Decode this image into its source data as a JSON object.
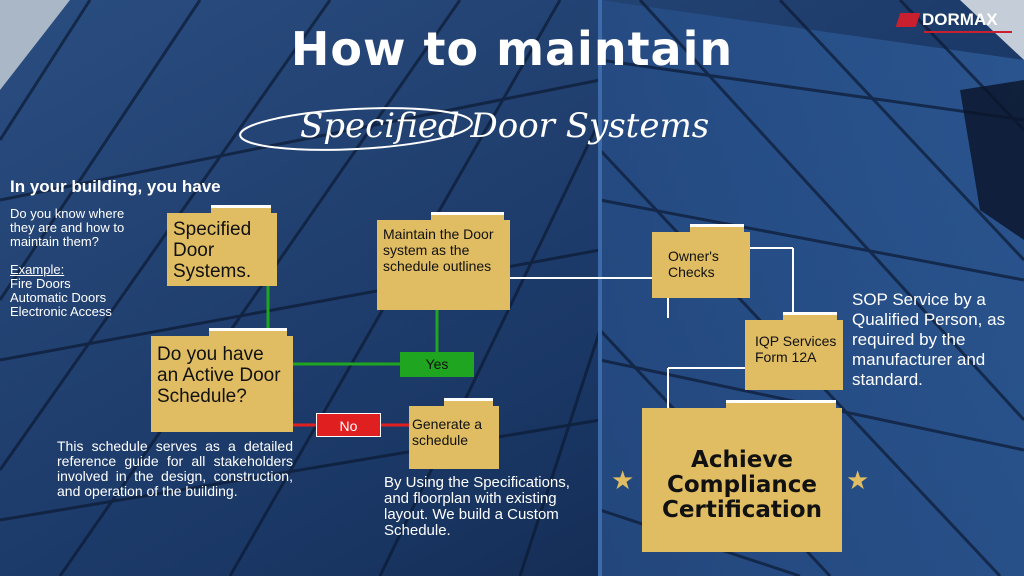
{
  "title": "How to maintain",
  "subtitle": "Specified Door Systems",
  "logo": {
    "text": "DORMAX"
  },
  "side": {
    "heading": "In your building, you have",
    "question": "Do you know where they are and how to maintain them?",
    "example_label": "Example:",
    "examples": [
      "Fire Doors",
      "Automatic Doors",
      "Electronic Access"
    ]
  },
  "nodes": {
    "specified": "Specified Door Systems.",
    "active_schedule": "Do you have an Active Door Schedule?",
    "maintain": "Maintain the Door system as the schedule outlines",
    "generate": "Generate a schedule",
    "owners": "Owner's Checks",
    "iqp": "IQP Services Form 12A",
    "achieve": "Achieve Compliance Certification"
  },
  "edges": {
    "yes": "Yes",
    "no": "No"
  },
  "notes": {
    "schedule": "This schedule serves as a detailed reference guide for all stakeholders involved in the design, construction, and operation of the building.",
    "custom": "By Using the Specifications, and floorplan with existing layout. We build a Custom Schedule.",
    "sop": "SOP Service by a Qualified Person, as required by the manufacturer and standard."
  },
  "colors": {
    "folder": "#e0bd62",
    "yes": "#1fa51f",
    "no": "#e02020",
    "bg": "#1c3d6e"
  },
  "icons": {
    "star": "star-icon"
  }
}
